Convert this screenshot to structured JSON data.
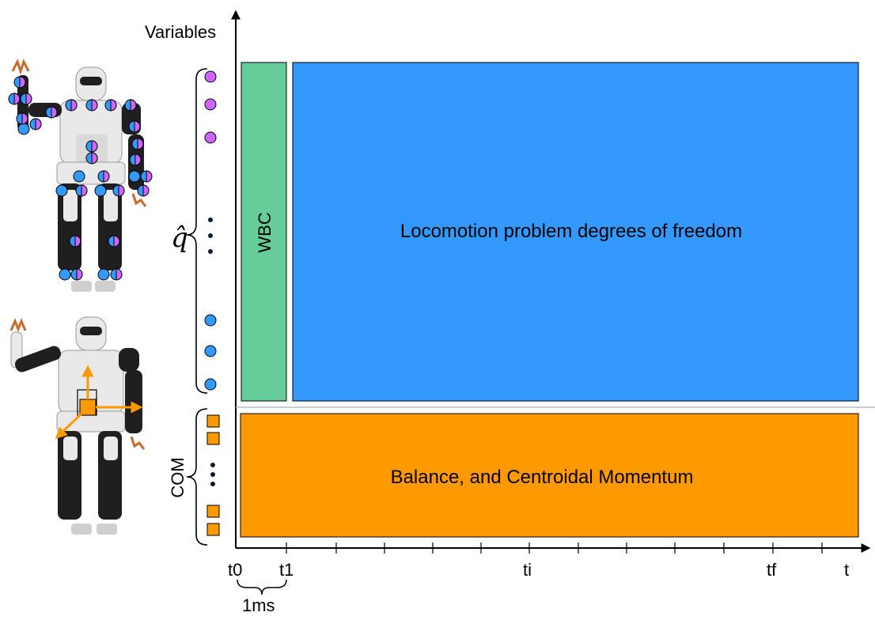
{
  "axis": {
    "y_label": "Variables",
    "x_labels": {
      "t0": "t0",
      "t1": "t1",
      "ti": "ti",
      "tf": "tf",
      "t": "t"
    },
    "interval_label": "1ms"
  },
  "groups": {
    "q": {
      "label": "q̂"
    },
    "com": {
      "label": "COM"
    }
  },
  "blocks": {
    "wbc": {
      "label": "WBC",
      "color": "#66cc99"
    },
    "locomotion": {
      "label": "Locomotion problem degrees of freedom",
      "color": "#3399ff"
    },
    "balance": {
      "label": "Balance, and Centroidal Momentum",
      "color": "#ff9900"
    }
  },
  "colors": {
    "purple": "#cc66ff",
    "blue": "#3399ff",
    "orange": "#ff9900",
    "robot_dark": "#1f1f1f",
    "robot_white": "#e9e9e9",
    "divider": "#bbbbbb"
  },
  "robots": {
    "top": {
      "icon": "humanoid-robot-joints-icon"
    },
    "bottom": {
      "icon": "humanoid-robot-com-icon"
    }
  }
}
